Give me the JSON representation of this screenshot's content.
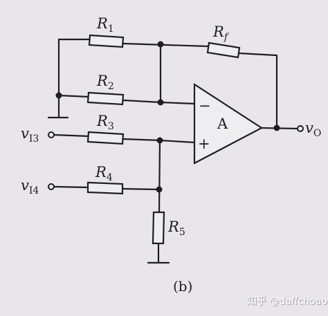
{
  "labels": {
    "r1": {
      "main": "R",
      "sub": "1"
    },
    "r2": {
      "main": "R",
      "sub": "2"
    },
    "r3": {
      "main": "R",
      "sub": "3"
    },
    "r4": {
      "main": "R",
      "sub": "4"
    },
    "r5": {
      "main": "R",
      "sub": "5"
    },
    "rf": {
      "main": "R",
      "sub": "f"
    },
    "opamp": "A",
    "minus": "−",
    "plus": "+",
    "vi3": {
      "main": "v",
      "sub": "I3"
    },
    "vi4": {
      "main": "v",
      "sub": "I4"
    },
    "vo": {
      "main": "v",
      "sub": "O"
    }
  },
  "caption": "(b)",
  "watermark": "知乎 @daffchoao"
}
